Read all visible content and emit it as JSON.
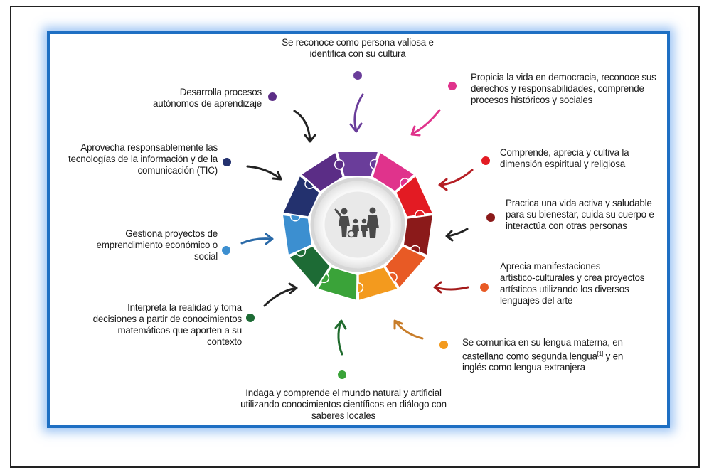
{
  "labels": {
    "top": "Se reconoce como persona valiosa e\nidentifica con su cultura",
    "democracy": "Propicia la vida en democracia, reconoce sus\nderechos y responsabilidades, comprende\nprocesos históricos y sociales",
    "spiritual": "Comprende, aprecia y cultiva la\ndimensión espiritual y religiosa",
    "healthy": "Practica una vida activa y saludable\npara su bienestar, cuida su cuerpo e\ninteractúa con otras personas",
    "art": "Aprecia manifestaciones\nartístico-culturales y crea proyectos\nartísticos utilizando los diversos\nlenguajes del arte",
    "language": "Se comunica en su lengua materna, en\ncastellano como segunda lengua",
    "language_sup": "[1]",
    "language_tail": " y en\ninglés como lengua extranjera",
    "science": "Indaga y comprende el mundo natural y artificial\nutilizando conocimientos científicos en diálogo con\nsaberes locales",
    "math": "Interpreta la realidad y toma\ndecisiones a partir de conocimientos\nmatemáticos que aporten a su\ncontexto",
    "entrepreneurship": "Gestiona proyectos de\nemprendimiento económico o\nsocial",
    "tic": "Aprovecha responsablemente las\ntecnologías de la información y de la\ncomunicación (TIC)",
    "autonomous": "Desarrolla procesos\nautónomos de aprendizaje"
  },
  "colors": {
    "frame": "#1e6fc3",
    "top": "#6a3d9a",
    "democracy": "#e0338c",
    "spiritual": "#e31b23",
    "healthy": "#8b1a1a",
    "art": "#e85a25",
    "language": "#f39a1e",
    "science": "#3aa339",
    "math": "#1d6b35",
    "entrepreneurship": "#3c8fd0",
    "tic": "#23316e",
    "autonomous": "#5b2d86"
  },
  "icons": {
    "center": "family-silhouette-icon"
  }
}
